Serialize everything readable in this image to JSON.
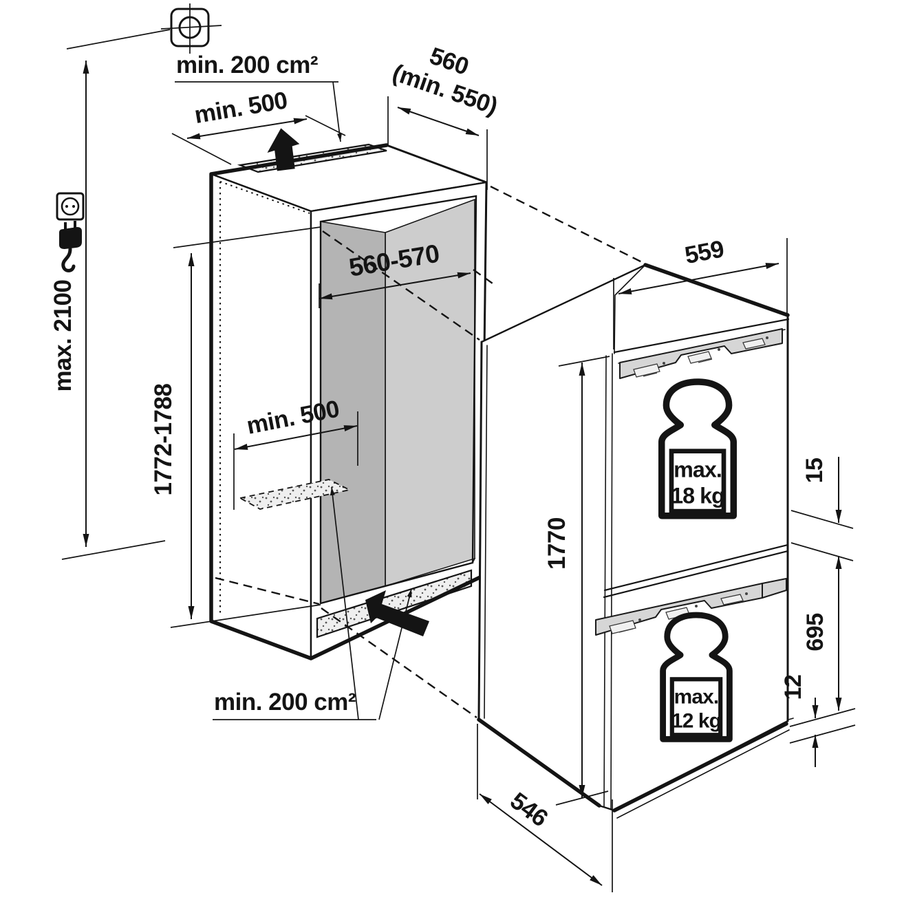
{
  "diagram": {
    "kind": "built-in fridge-freezer installation dimensions",
    "colors": {
      "line": "#141414",
      "niche_side_wall": "#b4b4b4",
      "niche_back_wall": "#cdcdcd",
      "bracket_strip": "#d6d6d6",
      "vent_fill": "#efefef"
    },
    "niche": {
      "top_vent_area": "min. 200 cm²",
      "top_clearance_width": "min. 500",
      "top_depth": "560",
      "top_depth_min": "(min. 550)",
      "max_install_height": "max. 2100",
      "width_range": "560-570",
      "height_range": "1772-1788",
      "floor_depth_min": "min. 500",
      "bottom_vent_area": "min. 200 cm²"
    },
    "appliance": {
      "width": "559",
      "height": "1770",
      "depth": "546",
      "top_gap": "15",
      "lower_door_height": "695",
      "bottom_gap": "12",
      "upper_door_load_prefix": "max.",
      "upper_door_load_value": "18 kg",
      "lower_door_load_prefix": "max.",
      "lower_door_load_value": "12 kg"
    }
  }
}
